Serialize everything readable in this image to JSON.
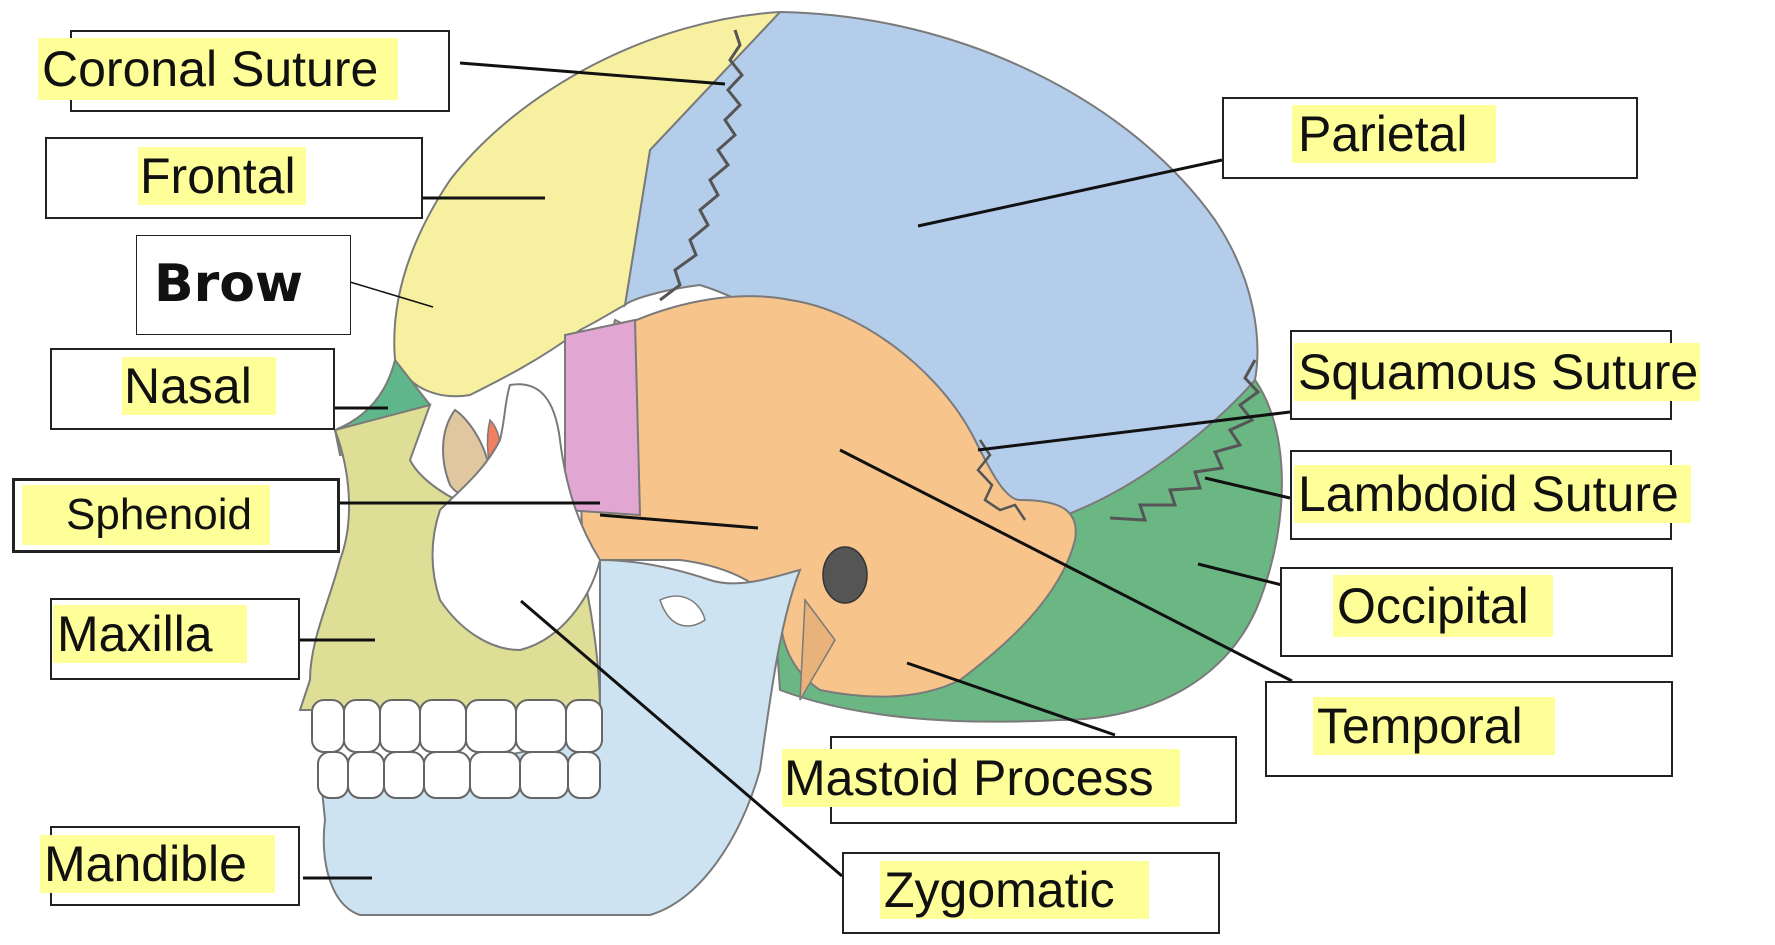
{
  "diagram": {
    "labels": {
      "coronal_suture": "Coronal Suture",
      "frontal": "Frontal",
      "brow": "Brow",
      "nasal": "Nasal",
      "sphenoid": "Sphenoid",
      "maxilla": "Maxilla",
      "mandible": "Mandible",
      "parietal": "Parietal",
      "squamous_suture": "Squamous Suture",
      "lambdoid_suture": "Lambdoid Suture",
      "occipital": "Occipital",
      "temporal": "Temporal",
      "mastoid_process": "Mastoid Process",
      "zygomatic": "Zygomatic"
    },
    "colors": {
      "frontal": "#f6f0a0",
      "parietal": "#b4cdea",
      "temporal": "#f7c48c",
      "occipital": "#6bb784",
      "sphenoid": "#e2a6d2",
      "zygomatic": "#ffffff",
      "maxilla": "#dede96",
      "mandible": "#cde3f2",
      "nasal": "#5fb68a",
      "label_highlight": "#ffff99"
    }
  }
}
